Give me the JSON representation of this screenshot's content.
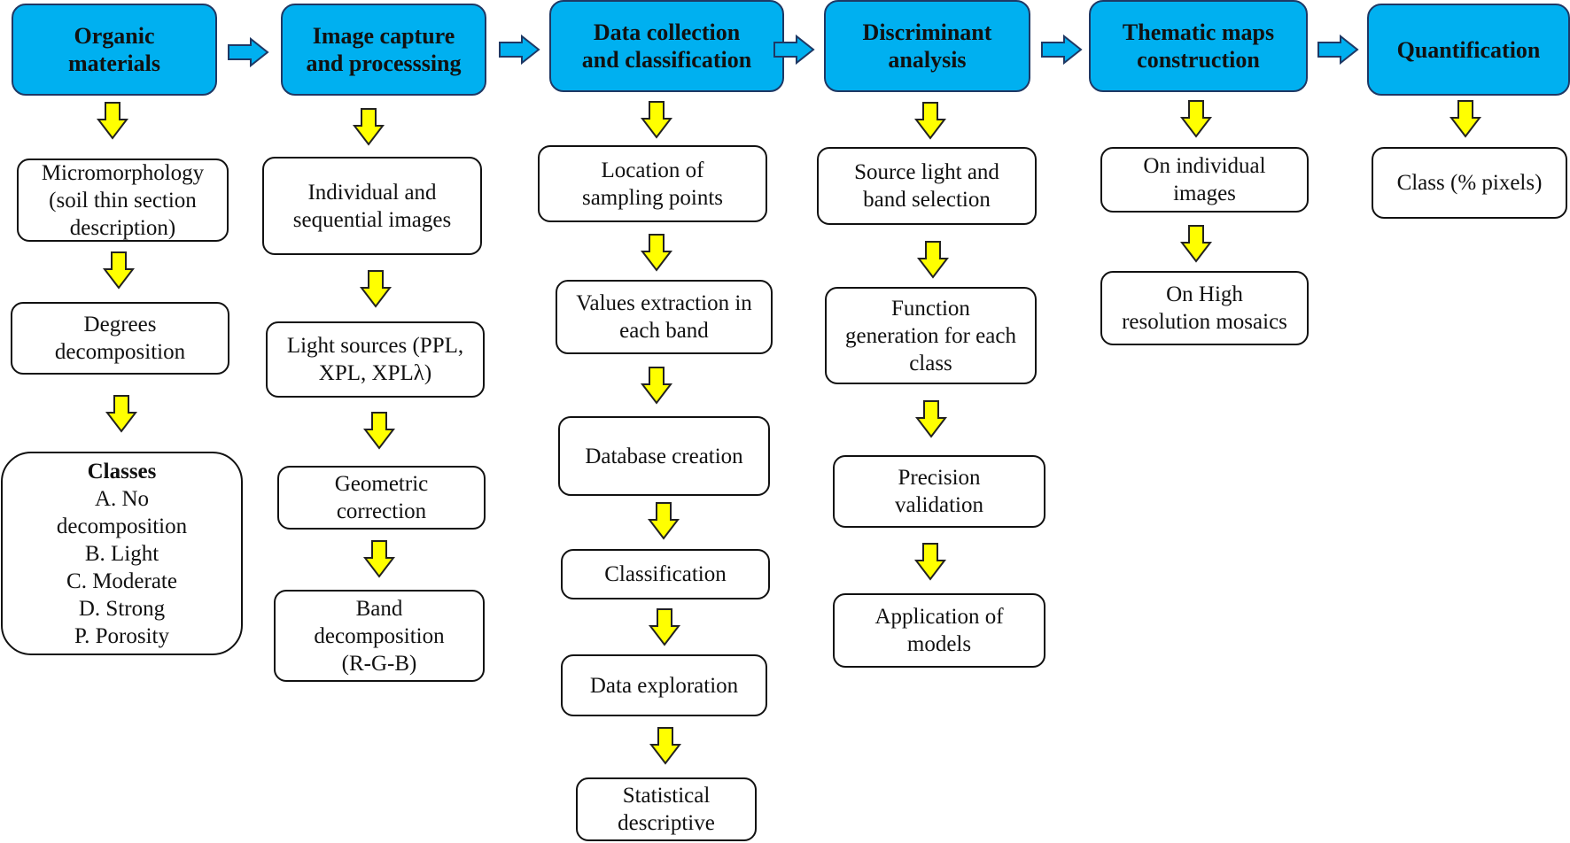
{
  "colors": {
    "header_fill": "#00b0f0",
    "header_border": "#1f3864",
    "arrow_right": "#00b0f0",
    "arrow_down": "#ffff00"
  },
  "columns": [
    {
      "header": "Organic\nmaterials",
      "steps": [
        "Micromorphology\n(soil thin section\ndescription)",
        "Degrees\ndecomposition"
      ],
      "classes": {
        "title": "Classes",
        "items": [
          "A. No",
          "decomposition",
          "B. Light",
          "C. Moderate",
          "D. Strong",
          "P. Porosity"
        ]
      }
    },
    {
      "header": "Image capture\nand processsing",
      "steps": [
        "Individual and\nsequential images",
        "Light sources (PPL,\nXPL, XPLλ)",
        "Geometric\ncorrection",
        "Band\ndecomposition\n(R-G-B)"
      ]
    },
    {
      "header": "Data collection\nand classification",
      "steps": [
        "Location of\nsampling points",
        "Values extraction in\neach band",
        "Database creation",
        "Classification",
        "Data exploration",
        "Statistical\ndescriptive"
      ]
    },
    {
      "header": "Discriminant\nanalysis",
      "steps": [
        "Source light and\nband selection",
        "Function\ngeneration for each\nclass",
        "Precision\nvalidation",
        "Application of\nmodels"
      ]
    },
    {
      "header": "Thematic maps\nconstruction",
      "steps": [
        "On individual\nimages",
        "On High\nresolution mosaics"
      ]
    },
    {
      "header": "Quantification",
      "steps": [
        "Class (% pixels)"
      ]
    }
  ]
}
